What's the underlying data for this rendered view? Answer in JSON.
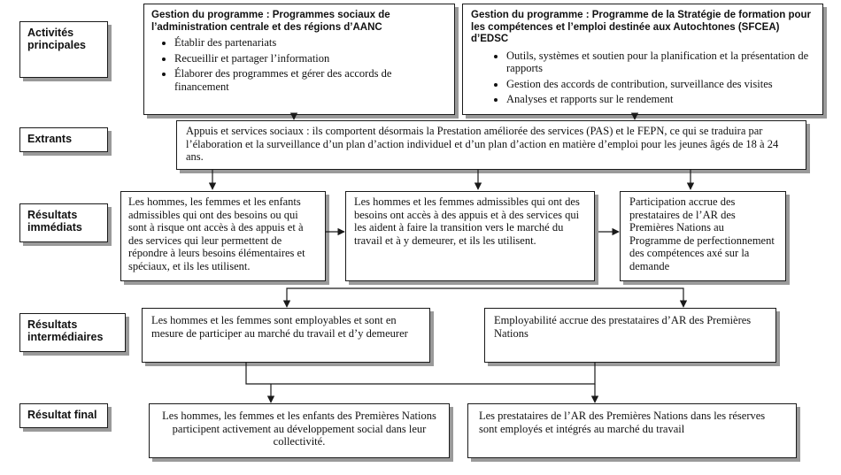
{
  "labels": {
    "activities": "Activités principales",
    "outputs": "Extrants",
    "immediate": "Résultats immédiats",
    "intermediate": "Résultats intermédiaires",
    "final": "Résultat final"
  },
  "activity_aanc": {
    "title": "Gestion du programme : Programmes sociaux de l’administration centrale et des régions d’AANC",
    "items": [
      "Établir des partenariats",
      "Recueillir et partager l’information",
      "Élaborer des programmes et gérer des accords de financement"
    ]
  },
  "activity_edsc": {
    "title": "Gestion du programme : Programme de la Stratégie de formation pour les compétences et l’emploi destinée aux Autochtones (SFCEA) d’EDSC",
    "items": [
      "Outils, systèmes et soutien pour la planification et la présentation de rapports",
      "Gestion des accords de contribution, surveillance des visites",
      "Analyses et rapports sur le rendement"
    ]
  },
  "output_text": "Appuis et services sociaux : ils comportent désormais la Prestation améliorée des services (PAS) et le FEPN, ce qui se traduira par l’élaboration et la surveillance d’un plan d’action individuel et d’un plan d’action en matière d’emploi pour les jeunes âgés de 18 à 24 ans.",
  "immediate": {
    "left": "Les hommes, les femmes et les enfants admissibles qui ont des besoins ou qui sont à risque ont accès à des appuis et à des services qui leur permettent de répondre à leurs besoins élémentaires et spéciaux, et ils les utilisent.",
    "middle": "Les hommes et les femmes admissibles qui ont des besoins ont accès à des appuis et à des services qui les aident à faire la transition vers le marché du travail et à y demeurer, et ils les utilisent.",
    "right": "Participation accrue des prestataires de l’AR des Premières Nations au Programme de perfectionnement des compétences axé sur la demande"
  },
  "intermediate": {
    "left": "Les hommes et les femmes sont employables et sont en mesure de participer au marché du travail et d’y demeurer",
    "right": "Employabilité accrue des prestataires d’AR des Premières Nations"
  },
  "final": {
    "left": "Les hommes, les femmes et les enfants des Premières Nations participent activement au développement social dans leur collectivité.",
    "right": "Les prestataires de l’AR des Premières Nations dans les réserves sont employés et intégrés au marché du travail"
  },
  "colors": {
    "border": "#1a1a1a",
    "shadow": "#9a9a9a"
  }
}
